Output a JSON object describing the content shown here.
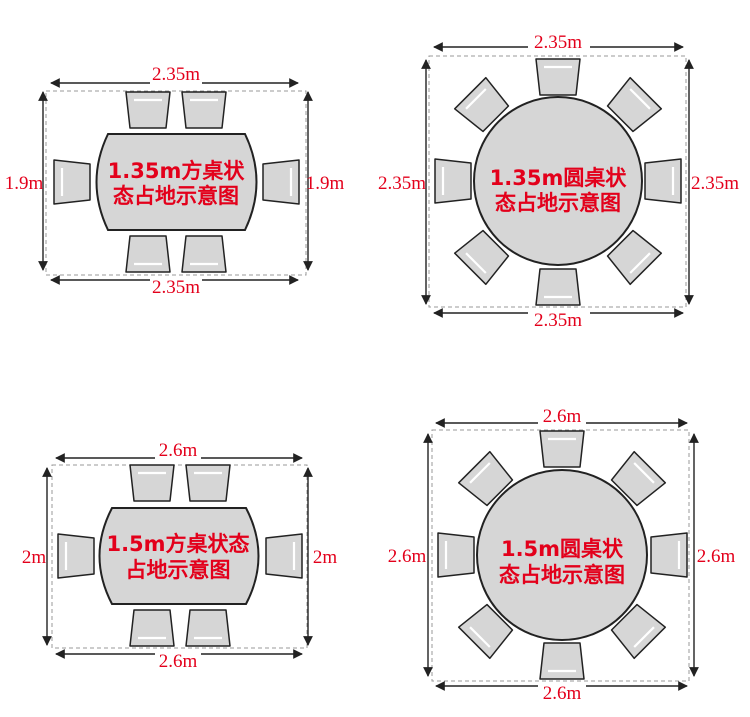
{
  "diagrams": [
    {
      "title_line1": "1.35m方桌状",
      "title_line2": "态占地示意图",
      "width_label_top": "2.35m",
      "width_label_bottom": "2.35m",
      "height_label_left": "1.9m",
      "height_label_right": "1.9m"
    },
    {
      "title_line1": "1.35m圆桌状",
      "title_line2": "态占地示意图",
      "width_label_top": "2.35m",
      "width_label_bottom": "2.35m",
      "height_label_left": "2.35m",
      "height_label_right": "2.35m"
    },
    {
      "title_line1": "1.5m方桌状态",
      "title_line2": "占地示意图",
      "width_label_top": "2.6m",
      "width_label_bottom": "2.6m",
      "height_label_left": "2m",
      "height_label_right": "2m"
    },
    {
      "title_line1": "1.5m圆桌状",
      "title_line2": "态占地示意图",
      "width_label_top": "2.6m",
      "width_label_bottom": "2.6m",
      "height_label_left": "2.6m",
      "height_label_right": "2.6m"
    }
  ],
  "colors": {
    "label_red": "#e3001b",
    "table_fill": "#d6d6d6",
    "outline": "#222222"
  }
}
